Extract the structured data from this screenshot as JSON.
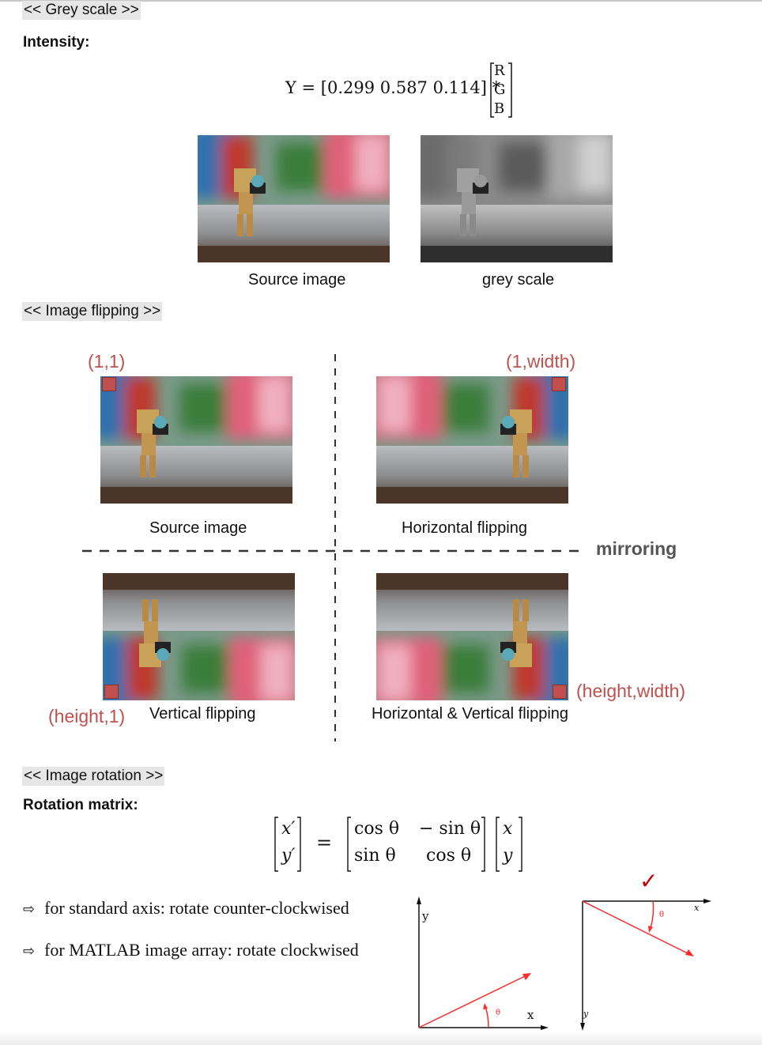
{
  "sections": {
    "grey": {
      "tag": "<< Grey scale >>",
      "label": "Intensity:"
    },
    "flip": {
      "tag": "<< Image flipping >>"
    },
    "rotation": {
      "tag": "<< Image rotation >>",
      "label": "Rotation matrix:"
    }
  },
  "grey_formula": {
    "lhs": "Y = [0.299 0.587 0.114] *",
    "vector": [
      "R",
      "G",
      "B"
    ]
  },
  "grey_captions": {
    "source": "Source image",
    "grey": "grey scale"
  },
  "flip_captions": {
    "source": "Source image",
    "horizontal": "Horizontal flipping",
    "vertical": "Vertical flipping",
    "both": "Horizontal & Vertical flipping",
    "mirroring": "mirroring"
  },
  "coords": {
    "top_left": "(1,1)",
    "top_right": "(1,width)",
    "bottom_left": "(height,1)",
    "bottom_right": "(height,width)"
  },
  "rotation_matrix": {
    "lhs": [
      "x′",
      "y′"
    ],
    "equals": "=",
    "m11": "cos θ",
    "m12": "− sin θ",
    "m21": "sin θ",
    "m22": "cos θ",
    "rhs": [
      "x",
      "y"
    ]
  },
  "bullets": [
    {
      "text": "for standard axis: rotate counter-clockwised"
    },
    {
      "text": "for MATLAB image array: rotate clockwised"
    }
  ],
  "diagram_standard": {
    "x_label": "x",
    "y_label": "y",
    "angle_label": "θ"
  },
  "diagram_matlab": {
    "x_label": "x",
    "y_label": "y",
    "angle_label": "θ",
    "check": "✓"
  },
  "colors": {
    "accent_red": "#c0504d",
    "diagram_red": "#ff2a2a",
    "tag_bg": "#e6e6e6"
  }
}
